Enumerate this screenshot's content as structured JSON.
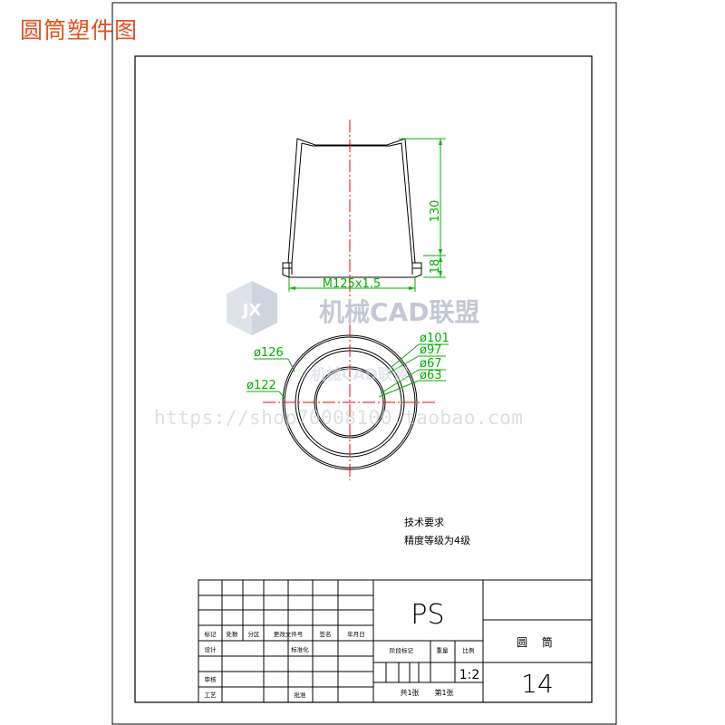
{
  "page_title": "圆筒塑件图",
  "dimensions": {
    "height_130": "130",
    "height_18": "18",
    "thread": "M125x1.5",
    "d126": "ø126",
    "d122": "ø122",
    "d101": "ø101",
    "d97": "ø97",
    "d67": "ø67",
    "d63": "ø63"
  },
  "watermark": {
    "logo_text": "JX",
    "brand": "机械CAD联盟",
    "url": "https://shop70008100.taobao.com",
    "mid": "机械CAD联盟"
  },
  "tech_req": {
    "title": "技术要求",
    "line1": "精度等级为4级"
  },
  "title_block": {
    "material": "PS",
    "part_name": "圆 筒",
    "drawing_no": "14",
    "scale": "1:2",
    "total_sheets": "共1张",
    "sheet_no": "第1张",
    "labels": {
      "mark": "标记",
      "count": "处数",
      "zone": "分区",
      "change_doc": "更改文件号",
      "sign": "签名",
      "date": "年月日",
      "design": "设计",
      "standardize": "标准化",
      "review": "审核",
      "process": "工艺",
      "approve": "批准",
      "stage_mark": "阶段标记",
      "weight": "重量",
      "ratio": "比例"
    }
  },
  "colors": {
    "geometry": "#000000",
    "dimension": "#00b000",
    "centerline": "#ff0000",
    "title": "#e8501e",
    "watermark": "#9aa6b8"
  }
}
